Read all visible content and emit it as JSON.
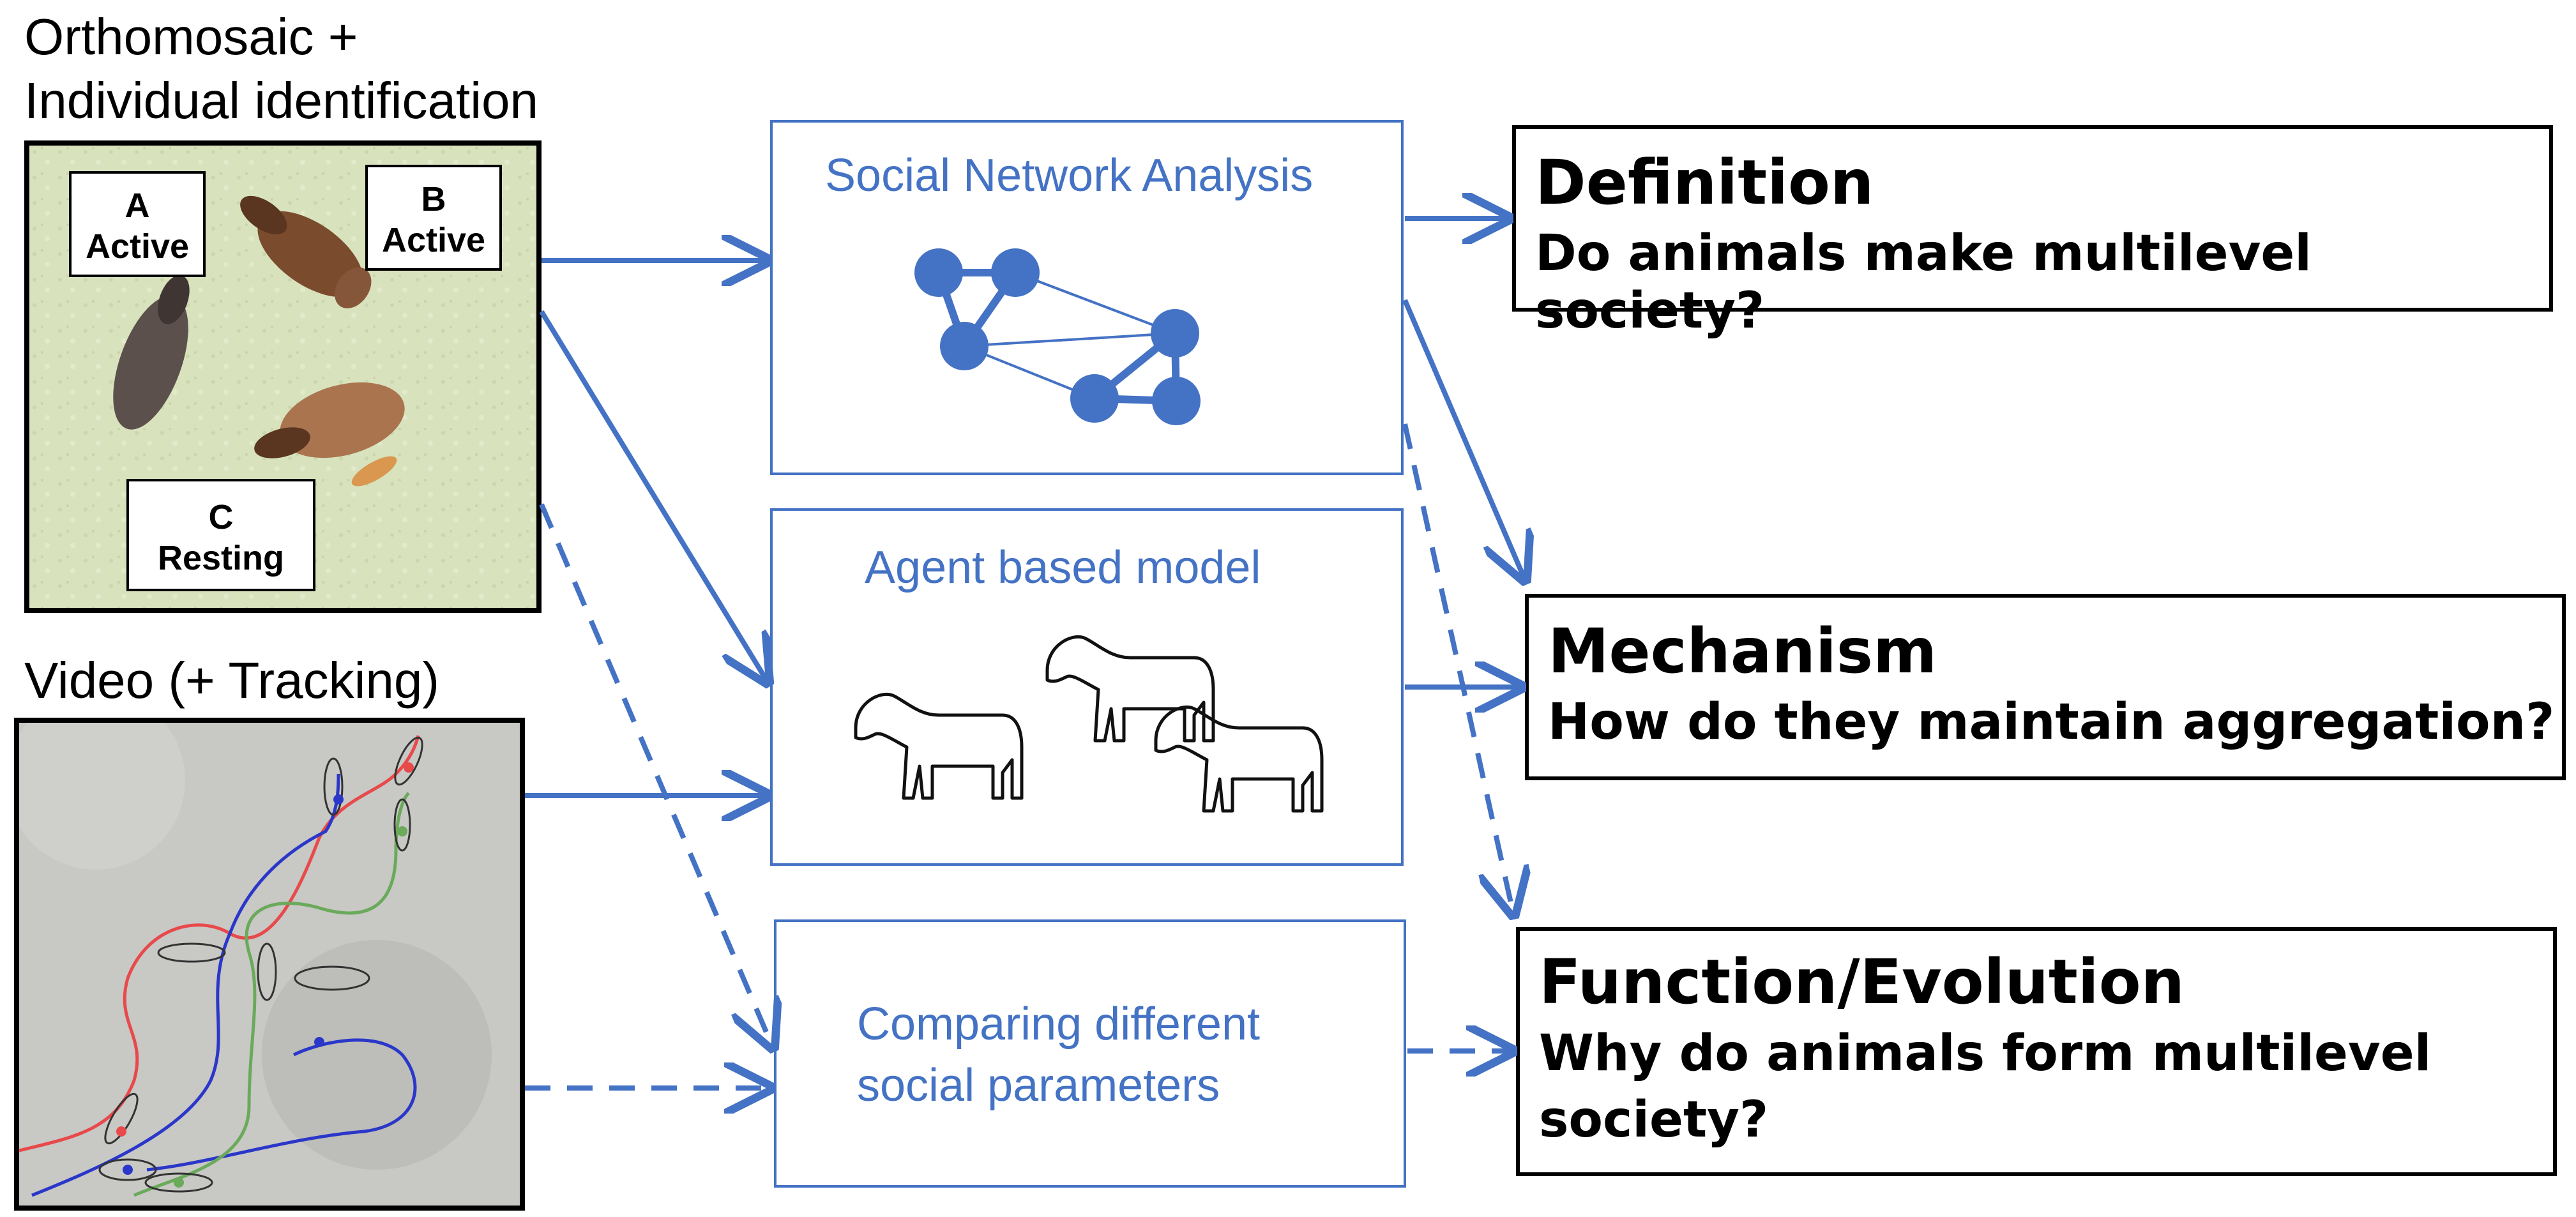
{
  "colors": {
    "accent": "#4472C4",
    "ortho_bg": "#d9e3bf",
    "video_bg": "#c6c6c3",
    "track_red": "#e8494a",
    "track_blue": "#2a37c9",
    "track_green": "#6aaa5a"
  },
  "left": {
    "ortho_title_line1": "Orthomosaic +",
    "ortho_title_line2": "Individual identification",
    "video_title": "Video (+ Tracking)",
    "states": [
      {
        "id": "A",
        "status": "Active"
      },
      {
        "id": "B",
        "status": "Active"
      },
      {
        "id": "C",
        "status": "Resting"
      }
    ]
  },
  "methods": {
    "sna": {
      "label": "Social Network Analysis"
    },
    "abm": {
      "label": "Agent based model"
    },
    "compare": {
      "line1": "Comparing different",
      "line2": "social parameters"
    }
  },
  "questions": {
    "definition": {
      "title": "Definition",
      "text": "Do animals make multilevel society?"
    },
    "mechanism": {
      "title": "Mechanism",
      "text": "How do they maintain aggregation?"
    },
    "function": {
      "title": "Function/Evolution",
      "line1": "Why do animals form multilevel",
      "line2": "society?"
    }
  },
  "icons": [
    "horse-icon",
    "network-icon",
    "arrow-icon"
  ]
}
